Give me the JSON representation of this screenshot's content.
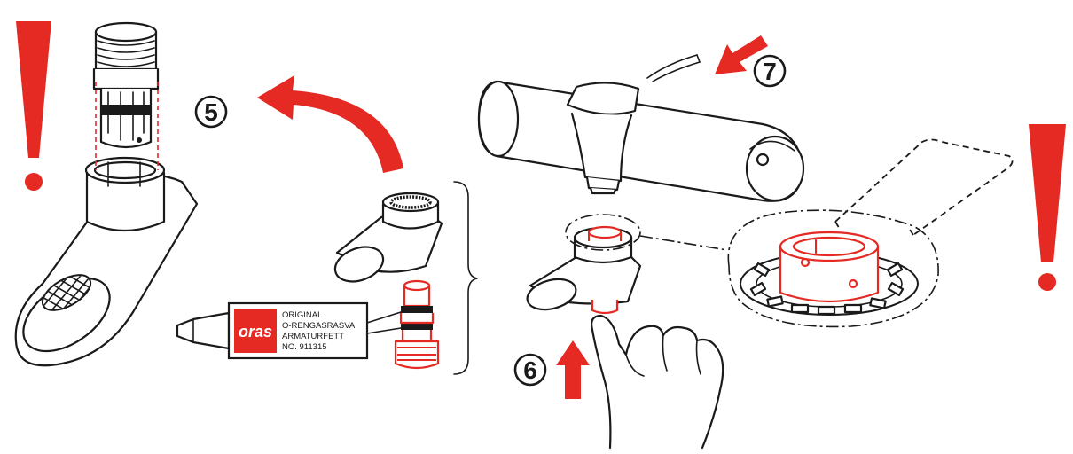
{
  "steps": {
    "step5": "5",
    "step6": "6",
    "step7": "7"
  },
  "grease_label": {
    "brand": "oras",
    "line1": "ORIGINAL",
    "line2": "O-RENGASRASVA",
    "line3": "ARMATURFETT",
    "line4": "NO. 911315"
  },
  "colors": {
    "accent_red": "#e52a24",
    "line": "#1a1a1a",
    "background": "#ffffff"
  },
  "icons": {
    "warning": "exclamation-mark-icon",
    "arrow": "arrow-icon"
  }
}
